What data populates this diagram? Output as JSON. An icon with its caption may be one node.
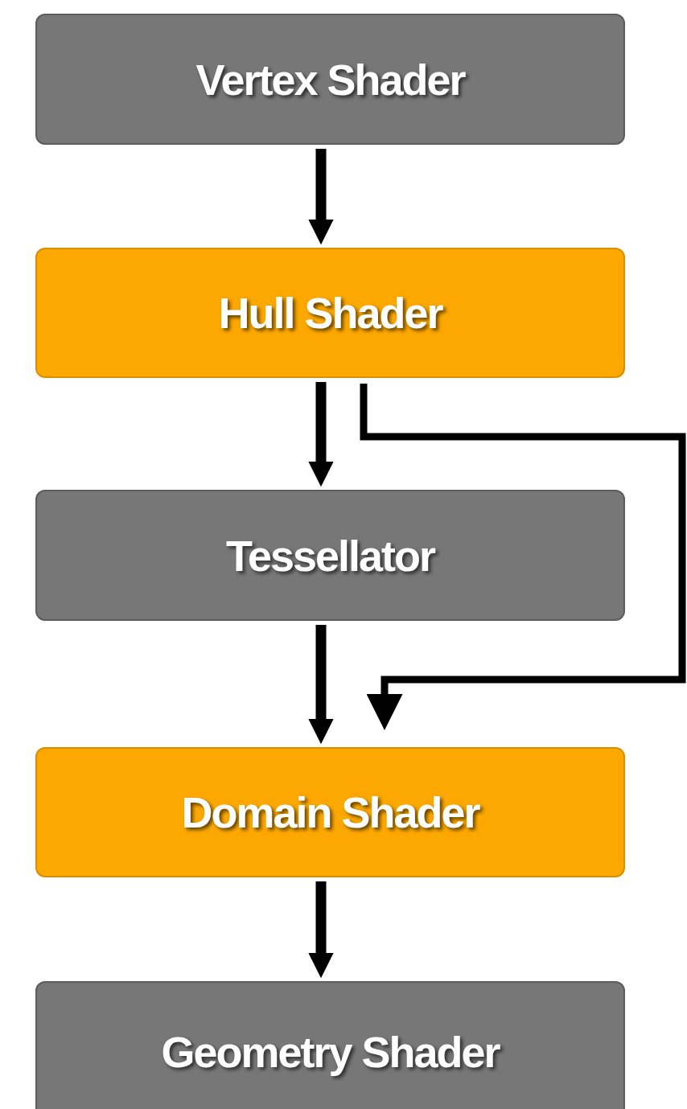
{
  "diagram": {
    "nodes": [
      {
        "text": [
          "Vertex Shader"
        ]
      },
      {
        "text": [
          "Hull Shader"
        ]
      },
      {
        "text": [
          "Tessellator"
        ]
      },
      {
        "text": [
          "Domain Shader"
        ]
      },
      {
        "text": [
          "Geometry Shader"
        ]
      }
    ],
    "edges": [
      {
        "from": 0,
        "to": 1,
        "arrow": "to"
      },
      {
        "from": 1,
        "to": 2,
        "arrow": "to"
      },
      {
        "from": 1,
        "to": 3,
        "arrow": "to"
      },
      {
        "from": 2,
        "to": 3,
        "arrow": "to"
      },
      {
        "from": 3,
        "to": 4,
        "arrow": "to"
      }
    ]
  }
}
